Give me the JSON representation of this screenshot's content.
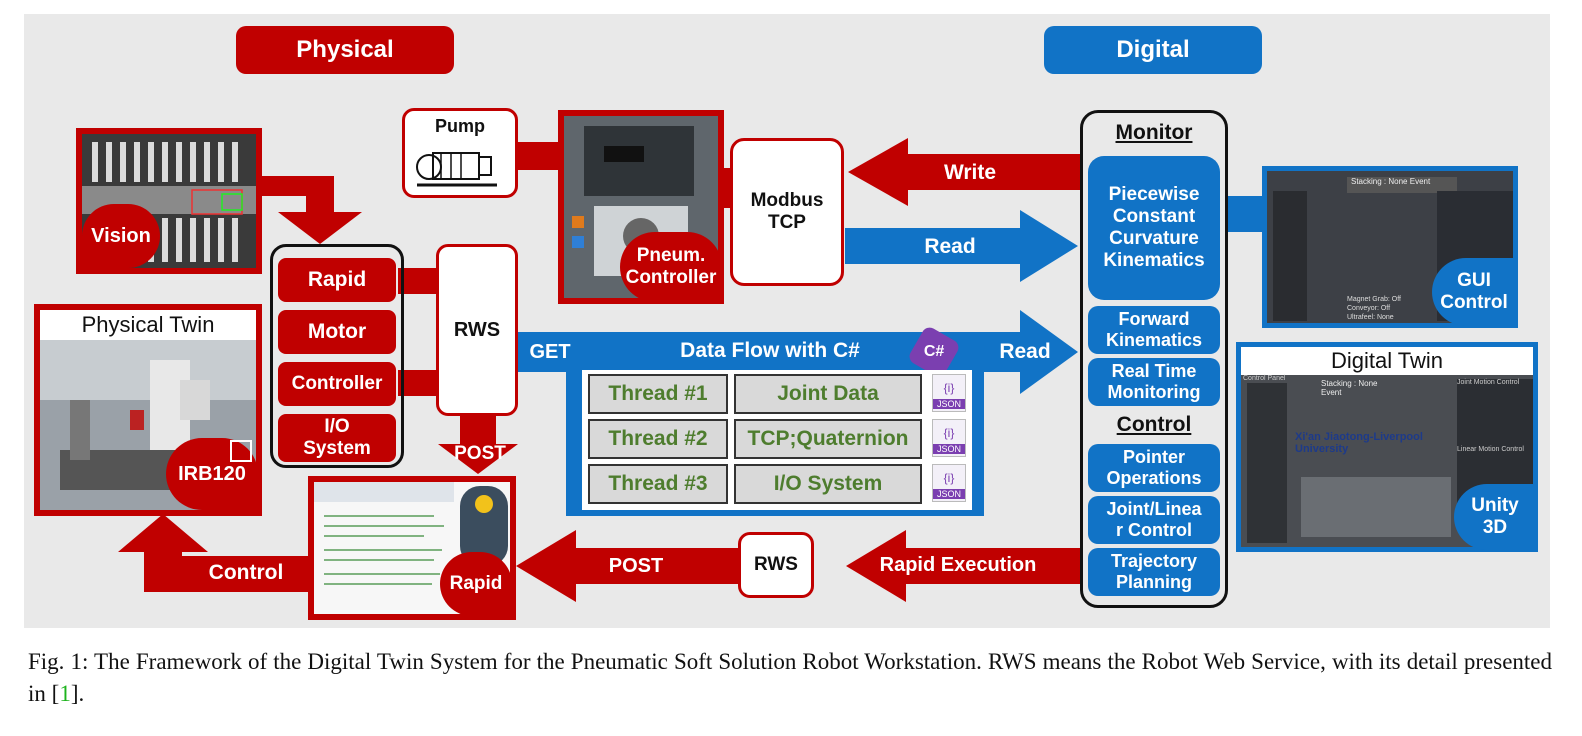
{
  "headers": {
    "physical": "Physical",
    "digital": "Digital"
  },
  "left": {
    "vision": "Vision",
    "physical_twin": "Physical Twin",
    "irb120": "IRB120",
    "control_arrow": "Control",
    "rapid_badge": "Rapid"
  },
  "controller_box": {
    "items": [
      "Rapid",
      "Motor",
      "Controller",
      "I/O\nSystem"
    ],
    "rws": "RWS",
    "post": "POST"
  },
  "top": {
    "pump": "Pump",
    "pneum": "Pneum.\nController",
    "modbus": "Modbus\nTCP",
    "write": "Write",
    "read": "Read"
  },
  "dataflow": {
    "get": "GET",
    "title": "Data Flow with C#",
    "read": "Read",
    "rows": [
      {
        "thread": "Thread #1",
        "data": "Joint Data",
        "icon": "JSON"
      },
      {
        "thread": "Thread #2",
        "data": "TCP;Quaternion",
        "icon": "JSON"
      },
      {
        "thread": "Thread #3",
        "data": "I/O System",
        "icon": "JSON"
      }
    ],
    "csharp_icon": "C#"
  },
  "bottom": {
    "post": "POST",
    "rws": "RWS",
    "rapid_exec": "Rapid Execution"
  },
  "monitor": {
    "title": "Monitor",
    "items": [
      "Piecewise\nConstant\nCurvature\nKinematics",
      "Forward\nKinematics",
      "Real Time\nMonitoring"
    ],
    "control_title": "Control",
    "control_items": [
      "Pointer\nOperations",
      "Joint/Linea\nr Control",
      "Trajectory\nPlanning"
    ]
  },
  "right": {
    "gui": "GUI\nControl",
    "digital_twin": "Digital Twin",
    "unity": "Unity\n3D",
    "gui_texts": [
      "Stacking :",
      "None",
      "Event",
      "Magnet Grab:",
      "Off",
      "Conveyor:",
      "Off",
      "Ultrafeel:",
      "None"
    ],
    "twin_texts": [
      "Stacking :",
      "None",
      "Event",
      "Joint Motion Control",
      "Linear Motion Control",
      "Control Panel",
      "Xi'an Jiaotong-Liverpool University"
    ]
  },
  "caption": "Fig. 1: The Framework of the Digital Twin System for the Pneumatic Soft Solution Robot Workstation. RWS means the Robot Web Service, with its detail presented in [",
  "caption_ref": "1",
  "caption_end": "].",
  "colors": {
    "red": "#c00000",
    "blue": "#1173c6",
    "green": "#4e7d2e",
    "panel": "#e9e9e9"
  }
}
